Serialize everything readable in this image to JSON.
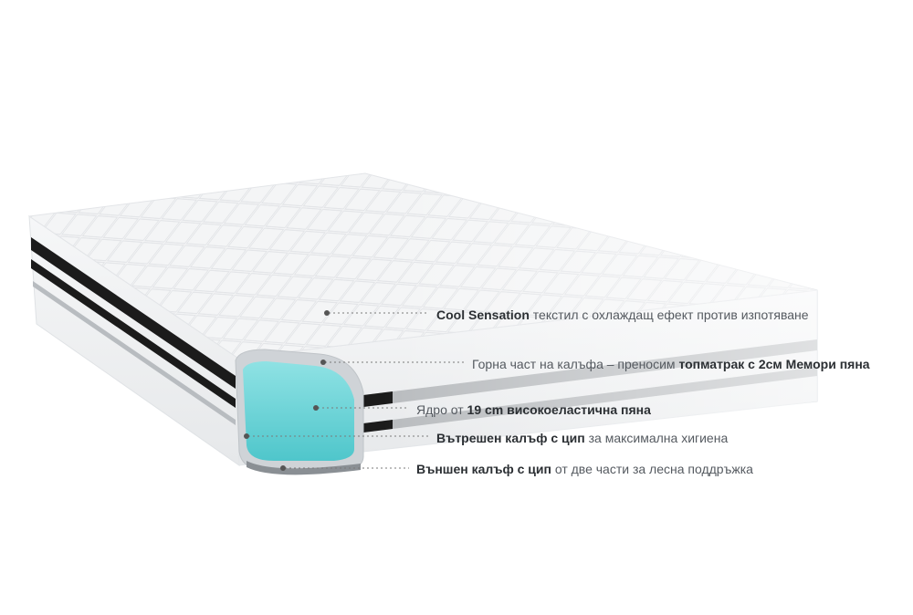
{
  "callouts": [
    {
      "strong": "Cool Sensation",
      "rest": " текстил с охлаждащ ефект против изпотяване"
    },
    {
      "pre": "Горна част на калъфа – преносим ",
      "strong": "топматрак с 2см Мемори пяна"
    },
    {
      "pre": "Ядро от ",
      "strong": "19 cm високоеластична пяна"
    },
    {
      "strong": "Вътрешен калъф с цип",
      "rest": " за максимална хигиена"
    },
    {
      "strong": "Външен калъф с цип",
      "rest": " от две части за лесна поддръжка"
    }
  ],
  "colors": {
    "foam_core": "#6fd3d6",
    "band_dark": "#1b1b1b",
    "cover": "#f2f3f4",
    "leader_line": "#7a7a7a"
  }
}
